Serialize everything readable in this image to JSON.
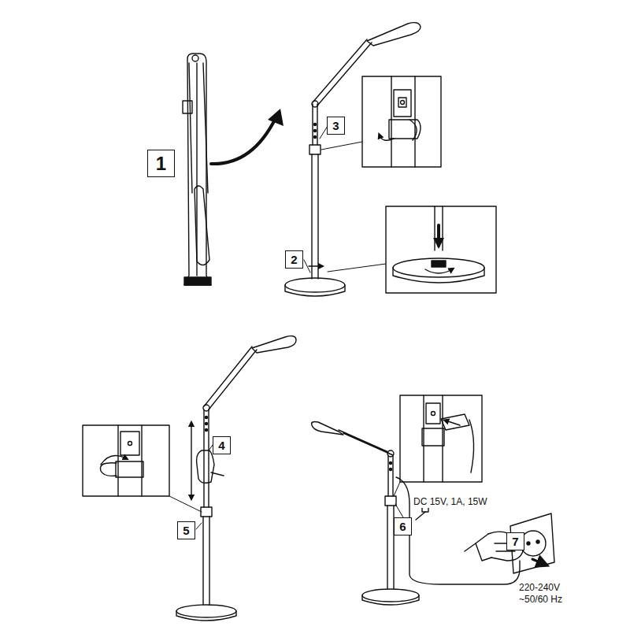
{
  "diagram": {
    "nodes": [
      {
        "text": [
          "1"
        ]
      },
      {
        "text": [
          "2"
        ]
      },
      {
        "text": [
          "3"
        ]
      },
      {
        "text": [
          "4"
        ]
      },
      {
        "text": [
          "5"
        ]
      },
      {
        "text": [
          "6"
        ]
      },
      {
        "text": [
          "7"
        ]
      }
    ],
    "labels": [
      "DC 15V, 1A, 15W",
      "220-240V",
      "~50/60 Hz"
    ]
  }
}
